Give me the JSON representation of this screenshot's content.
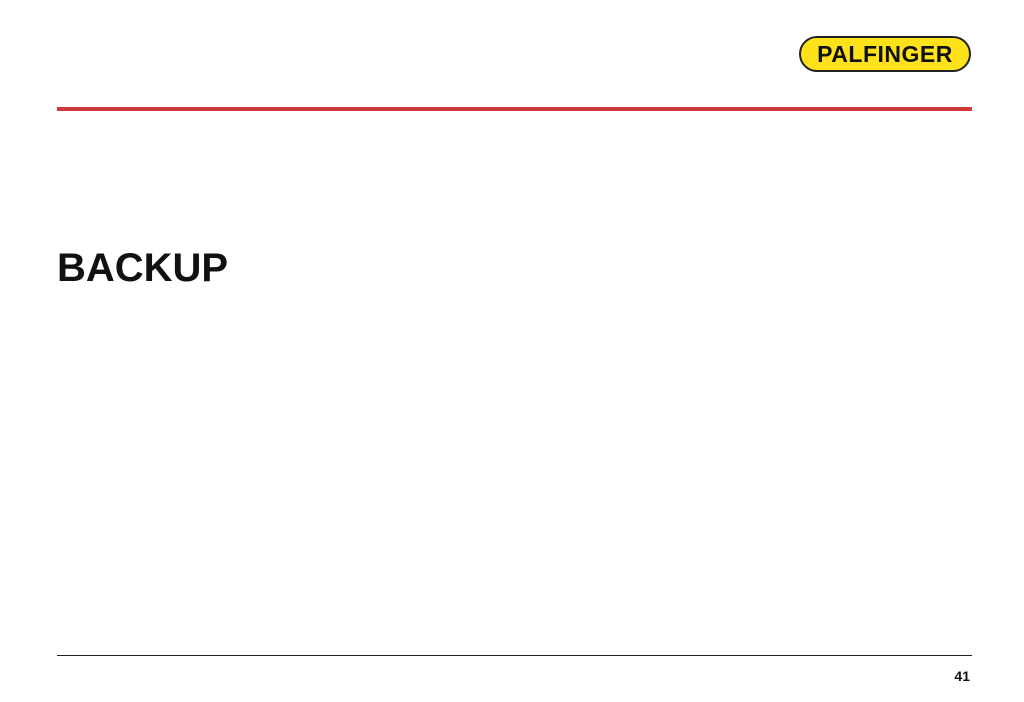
{
  "header": {
    "logo_text": "PALFINGER"
  },
  "slide": {
    "title": "BACKUP"
  },
  "footer": {
    "page_number": "41"
  },
  "colors": {
    "accent_line": "#d0393a",
    "logo_bg": "#ffe21a"
  }
}
